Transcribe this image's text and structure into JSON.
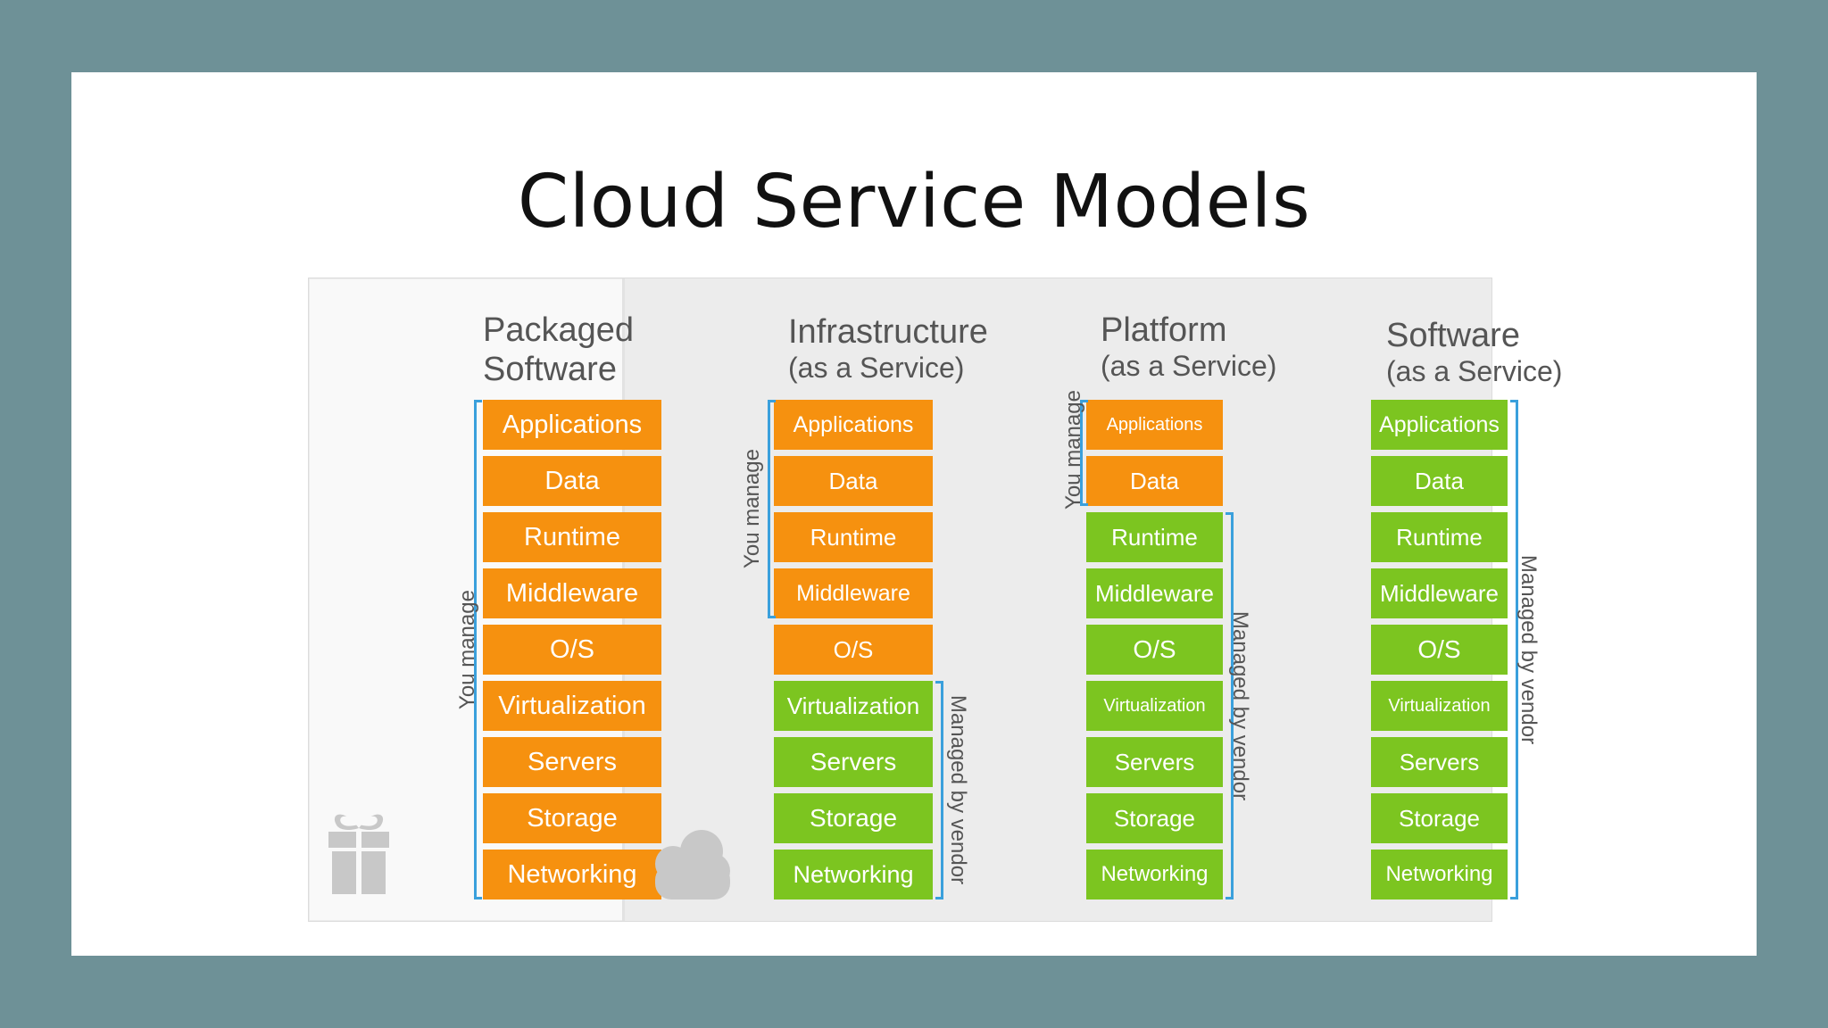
{
  "title": "Cloud Service Models",
  "colors": {
    "you_manage": "#f6910f",
    "vendor_managed": "#7cc520",
    "bracket": "#3aa0dc"
  },
  "layers": [
    "Applications",
    "Data",
    "Runtime",
    "Middleware",
    "O/S",
    "Virtualization",
    "Servers",
    "Storage",
    "Networking"
  ],
  "columns": [
    {
      "title_line1": "Packaged",
      "title_line2": "Software",
      "you_manage_count": 9,
      "bracket_you": "You manage",
      "bracket_vendor": "",
      "icon": "gift-icon"
    },
    {
      "title_line1": "Infrastructure",
      "title_line2": "(as a Service)",
      "you_manage_count": 5,
      "bracket_you": "You manage",
      "bracket_vendor": "Managed by vendor",
      "icon": "cloud-icon"
    },
    {
      "title_line1": "Platform",
      "title_line2": "(as a Service)",
      "you_manage_count": 2,
      "bracket_you": "You manage",
      "bracket_vendor": "Managed by vendor"
    },
    {
      "title_line1": "Software",
      "title_line2": "(as a Service)",
      "you_manage_count": 0,
      "bracket_you": "",
      "bracket_vendor": "Managed by vendor"
    }
  ]
}
